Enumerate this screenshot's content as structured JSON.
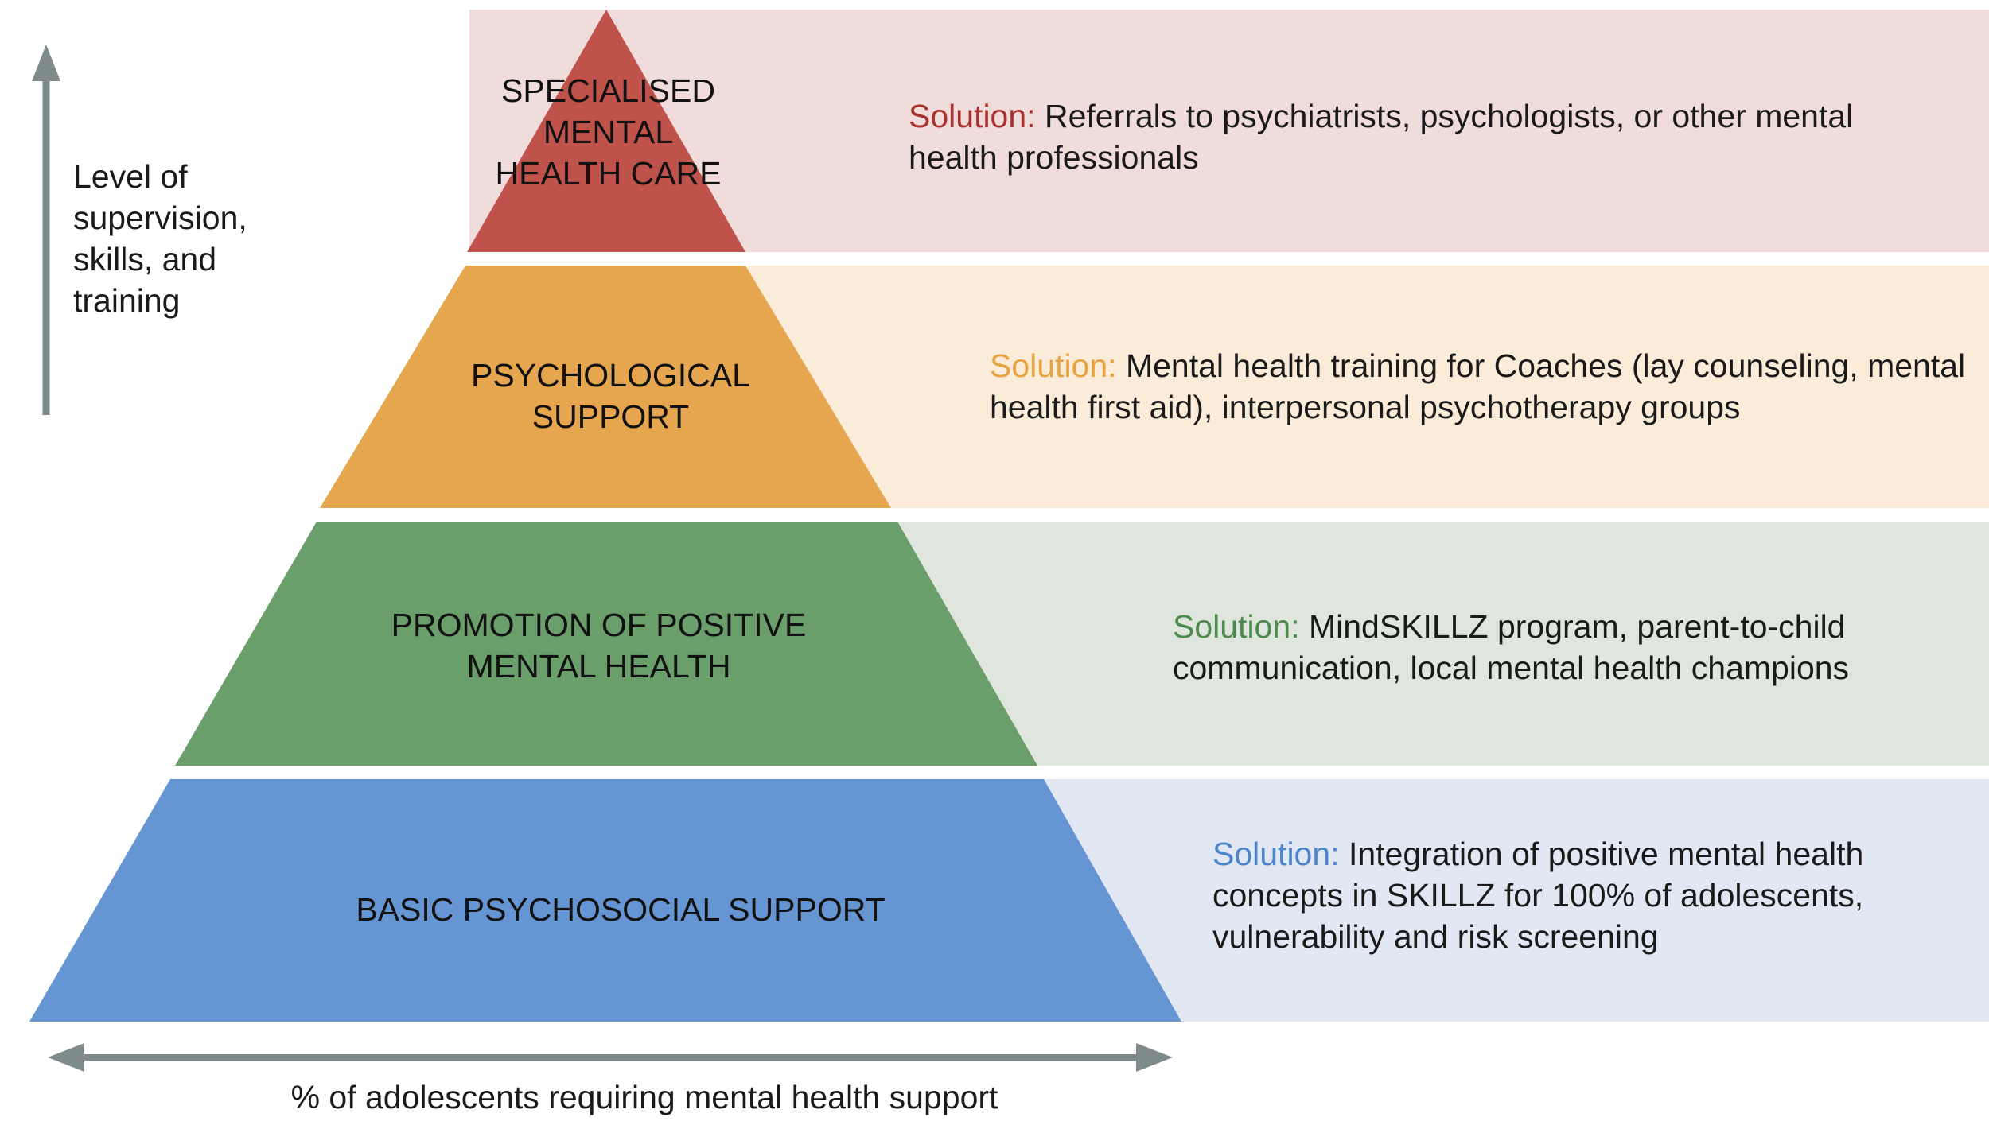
{
  "y_axis_label": "Level of supervision, skills, and training",
  "x_axis_label": "% of adolescents requiring mental health support",
  "solution_prefix": "Solution:",
  "tiers": [
    {
      "label": "SPECIALISED MENTAL HEALTH CARE",
      "solution": "Referrals to psychiatrists, psychologists, or other mental health professionals",
      "color": "#c0524c",
      "band_color": "#f0dcdb"
    },
    {
      "label": "PSYCHOLOGICAL SUPPORT",
      "solution": "Mental health training for Coaches (lay counseling, mental health first aid), interpersonal psychotherapy groups",
      "color": "#e6a64f",
      "band_color": "#fbecda"
    },
    {
      "label": "PROMOTION OF POSITIVE MENTAL HEALTH",
      "solution": "MindSKILLZ program, parent-to-child communication, local mental health champions",
      "color": "#6a9e6a",
      "band_color": "#dfe6dd"
    },
    {
      "label": "BASIC PSYCHOSOCIAL SUPPORT",
      "solution": "Integration of positive mental health concepts in SKILLZ for 100% of adolescents, vulnerability and risk screening",
      "color": "#6596d3",
      "band_color": "#e1e8f4"
    }
  ]
}
